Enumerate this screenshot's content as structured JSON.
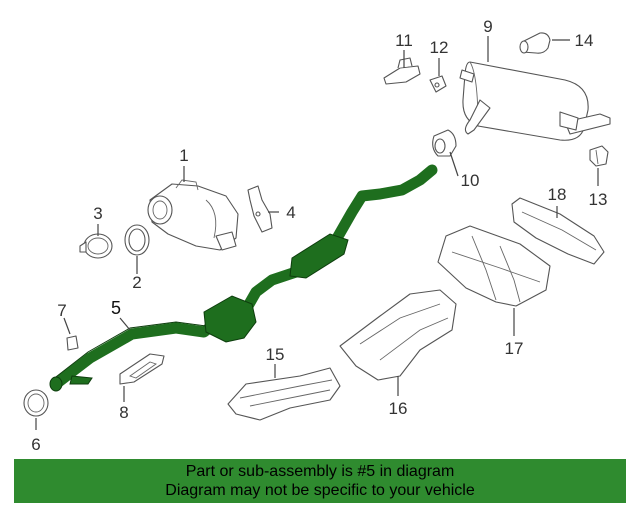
{
  "diagram": {
    "highlight_color": "#1e6e1e",
    "callouts": {
      "p1": "1",
      "p2": "2",
      "p3": "3",
      "p4": "4",
      "p5": "5",
      "p6": "6",
      "p7": "7",
      "p8": "8",
      "p9": "9",
      "p10": "10",
      "p11": "11",
      "p12": "12",
      "p13": "13",
      "p14": "14",
      "p15": "15",
      "p16": "16",
      "p17": "17",
      "p18": "18"
    }
  },
  "banner": {
    "line1": "Part or sub-assembly is #5 in diagram",
    "line2": "Diagram may not be specific to your vehicle",
    "color": "#2f8b2f"
  }
}
